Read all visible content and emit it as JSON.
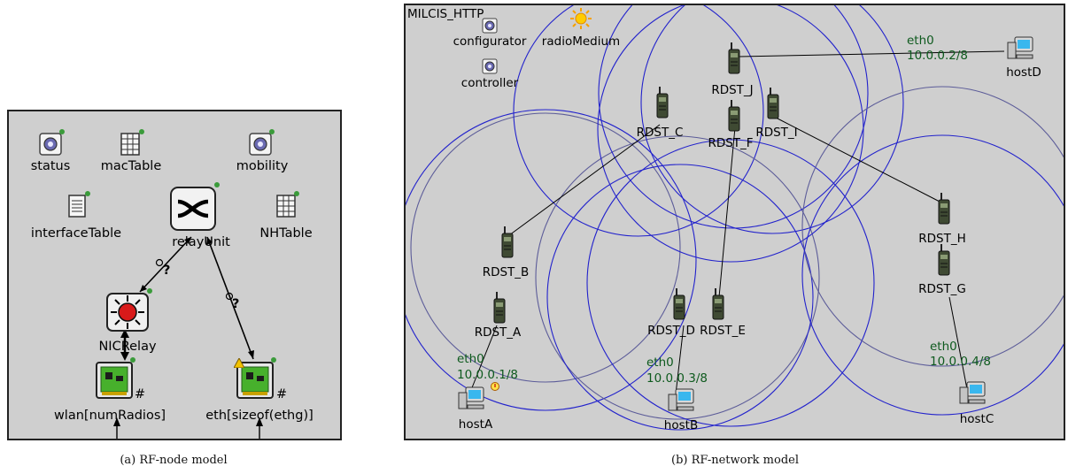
{
  "panel_a": {
    "caption": "(a) RF-node model",
    "labels": {
      "status": "status",
      "mac_table": "macTable",
      "mobility": "mobility",
      "interface_table": "interfaceTable",
      "relay_unit": "relayUnit",
      "nh_table": "NHTable",
      "nic_relay": "NICRelay",
      "wlan": "wlan[numRadios]",
      "eth": "eth[sizeof(ethg)]",
      "gate_hash": "#",
      "link_q": "?"
    }
  },
  "panel_b": {
    "caption": "(b) RF-network model",
    "title": "MILCIS_HTTP",
    "labels": {
      "configurator": "configurator",
      "radio_medium": "radioMedium",
      "controller": "controller"
    },
    "radios": [
      "RDST_J",
      "RDST_C",
      "RDST_F",
      "RDST_I",
      "RDST_H",
      "RDST_G",
      "RDST_B",
      "RDST_A",
      "RDST_D",
      "RDST_E"
    ],
    "hosts": [
      "hostA",
      "hostB",
      "hostC",
      "hostD"
    ],
    "ifaces": {
      "hostA_if": "eth0",
      "hostA_ip": "10.0.0.1/8",
      "hostB_if": "eth0",
      "hostB_ip": "10.0.0.3/8",
      "hostC_if": "eth0",
      "hostC_ip": "10.0.0.4/8",
      "hostD_if": "eth0",
      "hostD_ip": "10.0.0.2/8"
    }
  },
  "colors": {
    "panel_bg": "#cfcfcf",
    "range_circle": "#2222cc",
    "range_circle_faint": "#5c5c99",
    "iface_text": "#0e5a1e",
    "link": "#000000"
  }
}
